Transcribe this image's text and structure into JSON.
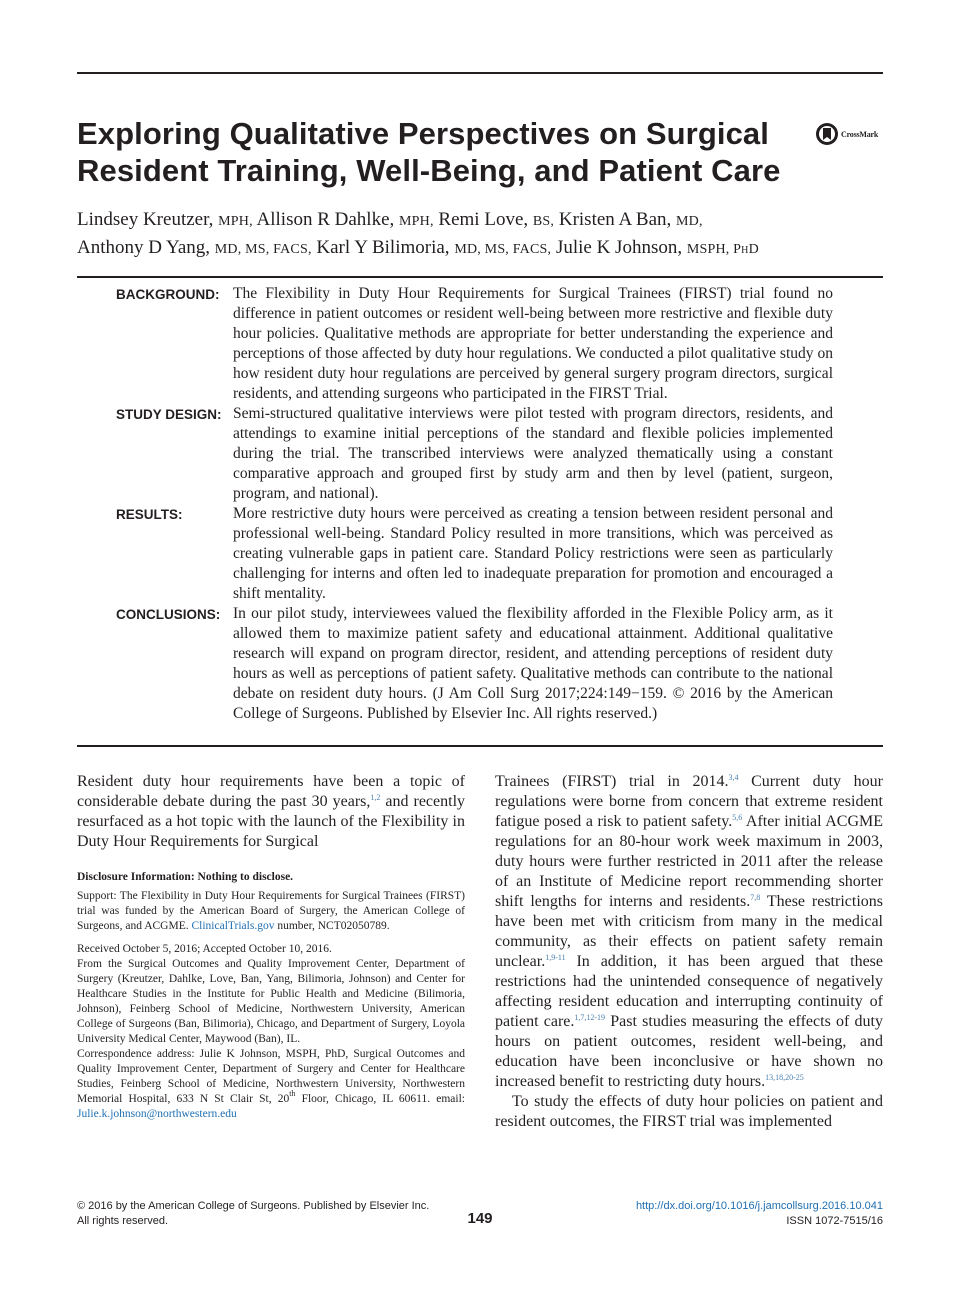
{
  "article": {
    "title": "Exploring Qualitative Perspectives on Surgical Resident Training, Well-Being, and Patient Care",
    "crossmark_label": "CrossMark"
  },
  "authors": [
    {
      "name": "Lindsey Kreutzer,",
      "degrees": "MPH,"
    },
    {
      "name": "Allison R Dahlke,",
      "degrees": "MPH,"
    },
    {
      "name": "Remi Love,",
      "degrees": "BS,"
    },
    {
      "name": "Kristen A Ban,",
      "degrees": "MD,"
    },
    {
      "name": "Anthony D Yang,",
      "degrees": "MD, MS, FACS,"
    },
    {
      "name": "Karl Y Bilimoria,",
      "degrees": "MD, MS, FACS,"
    },
    {
      "name": "Julie K Johnson,",
      "degrees": "MSPH, PhD"
    }
  ],
  "abstract": [
    {
      "label": "BACKGROUND:",
      "text": "The Flexibility in Duty Hour Requirements for Surgical Trainees (FIRST) trial found no difference in patient outcomes or resident well-being between more restrictive and flexible duty hour policies. Qualitative methods are appropriate for better understanding the experience and perceptions of those affected by duty hour regulations. We conducted a pilot qualitative study on how resident duty hour regulations are perceived by general surgery program directors, surgical residents, and attending surgeons who participated in the FIRST Trial."
    },
    {
      "label": "STUDY DESIGN:",
      "text": "Semi-structured qualitative interviews were pilot tested with program directors, residents, and attendings to examine initial perceptions of the standard and flexible policies implemented during the trial. The transcribed interviews were analyzed thematically using a constant comparative approach and grouped first by study arm and then by level (patient, surgeon, program, and national)."
    },
    {
      "label": "RESULTS:",
      "text": "More restrictive duty hours were perceived as creating a tension between resident personal and professional well-being. Standard Policy resulted in more transitions, which was perceived as creating vulnerable gaps in patient care. Standard Policy restrictions were seen as particularly challenging for interns and often led to inadequate preparation for promotion and encouraged a shift mentality."
    },
    {
      "label": "CONCLUSIONS:",
      "text": "In our pilot study, interviewees valued the flexibility afforded in the Flexible Policy arm, as it allowed them to maximize patient safety and educational attainment. Additional qualitative research will expand on program director, resident, and attending perceptions of resident duty hours as well as perceptions of patient safety. Qualitative methods can contribute to the national debate on resident duty hours. (J Am Coll Surg 2017;224:149−159. © 2016 by the American College of Surgeons. Published by Elsevier Inc. All rights reserved.)"
    }
  ],
  "body": {
    "left_p1_a": "Resident duty hour requirements have been a topic of considerable debate during the past 30 years,",
    "left_p1_ref": "1,2",
    "left_p1_b": " and recently resurfaced as a hot topic with the launch of the Flexibility in Duty Hour Requirements for Surgical",
    "right_p1_a": "Trainees (FIRST) trial in 2014.",
    "right_p1_ref1": "3,4",
    "right_p1_b": " Current duty hour regulations were borne from concern that extreme resident fatigue posed a risk to patient safety.",
    "right_p1_ref2": "5,6",
    "right_p1_c": " After initial ACGME regulations for an 80-hour work week maximum in 2003, duty hours were further restricted in 2011 after the release of an Institute of Medicine report recommending shorter shift lengths for interns and residents.",
    "right_p1_ref3": "7,8",
    "right_p1_d": " These restrictions have been met with criticism from many in the medical community, as their effects on patient safety remain unclear.",
    "right_p1_ref4": "1,9-11",
    "right_p1_e": " In addition, it has been argued that these restrictions had the unintended consequence of negatively affecting resident education and interrupting continuity of patient care.",
    "right_p1_ref5": "1,7,12-19",
    "right_p1_f": " Past studies measuring the effects of duty hours on patient outcomes, resident well-being, and education have been inconclusive or have shown no increased benefit to restricting duty hours.",
    "right_p1_ref6": "13,18,20-25",
    "right_p2": "To study the effects of duty hour policies on patient and resident outcomes, the FIRST trial was implemented"
  },
  "footnotes": {
    "disclosure": "Disclosure Information: Nothing to disclose.",
    "support_a": "Support: The Flexibility in Duty Hour Requirements for Surgical Trainees (FIRST) trial was funded by the American Board of Surgery, the American College of Surgeons, and ACGME. ",
    "support_link": "ClinicalTrials.gov",
    "support_b": " number, NCT02050789.",
    "received": "Received October 5, 2016; Accepted October 10, 2016.",
    "affiliation": "From the Surgical Outcomes and Quality Improvement Center, Department of Surgery (Kreutzer, Dahlke, Love, Ban, Yang, Bilimoria, Johnson) and Center for Healthcare Studies in the Institute for Public Health and Medicine (Bilimoria, Johnson), Feinberg School of Medicine, Northwestern University, American College of Surgeons (Ban, Bilimoria), Chicago, and Department of Surgery, Loyola University Medical Center, Maywood (Ban), IL.",
    "correspondence_a": "Correspondence address: Julie K Johnson, MSPH, PhD, Surgical Outcomes and Quality Improvement Center, Department of Surgery and Center for Healthcare Studies, Feinberg School of Medicine, Northwestern University, Northwestern Memorial Hospital, 633 N St Clair St, 20",
    "correspondence_sup": "th",
    "correspondence_b": " Floor, Chicago, IL 60611. email: ",
    "email": "Julie.k.johnson@northwestern.edu"
  },
  "footer": {
    "copyright_line1": "© 2016 by the American College of Surgeons. Published by Elsevier Inc.",
    "copyright_line2": "All rights reserved.",
    "page_number": "149",
    "doi": "http://dx.doi.org/10.1016/j.jamcollsurg.2016.10.041",
    "issn": "ISSN 1072-7515/16"
  }
}
